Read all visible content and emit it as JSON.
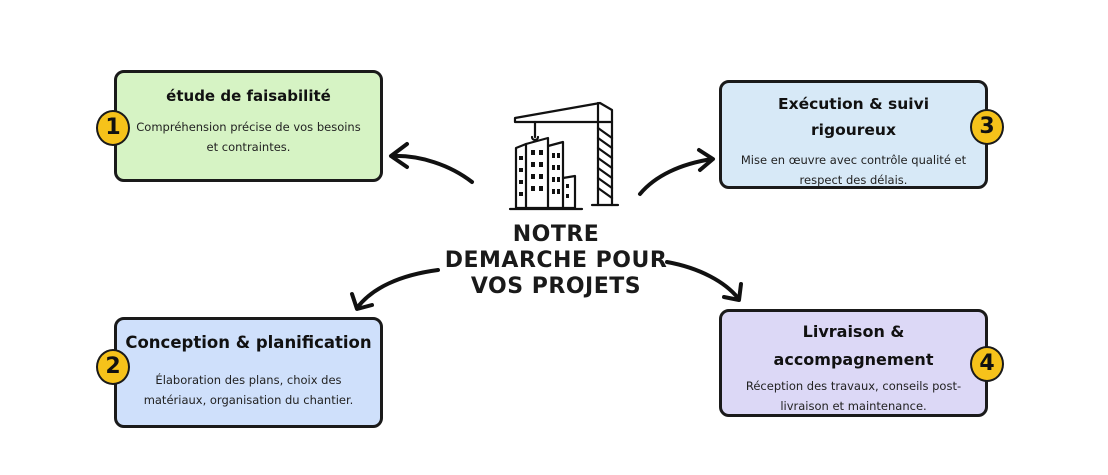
{
  "center": {
    "lines": [
      "NOTRE",
      "DEMARCHE POUR",
      "VOS PROJETS"
    ],
    "icon": "construction-crane-buildings-icon"
  },
  "steps": [
    {
      "number": "1",
      "title": "étude de faisabilité",
      "description_lines": [
        "Compréhension précise de vos besoins",
        "et contraintes."
      ],
      "color": "#d6f3c4"
    },
    {
      "number": "2",
      "title": "Conception & planification",
      "description_lines": [
        "Élaboration des plans, choix des",
        "matériaux, organisation du chantier."
      ],
      "color": "#cfe0fb"
    },
    {
      "number": "3",
      "title_lines": [
        "Exécution & suivi",
        "rigoureux"
      ],
      "description_lines": [
        "Mise en œuvre avec contrôle qualité et",
        "respect des délais."
      ],
      "color": "#d7e9f7"
    },
    {
      "number": "4",
      "title_lines": [
        "Livraison &",
        "accompagnement"
      ],
      "description_lines": [
        "Réception des travaux, conseils post-",
        "livraison et maintenance."
      ],
      "color": "#dcd8f6"
    }
  ],
  "colors": {
    "badge": "#f6c21a",
    "outline": "#1a1a1a"
  }
}
